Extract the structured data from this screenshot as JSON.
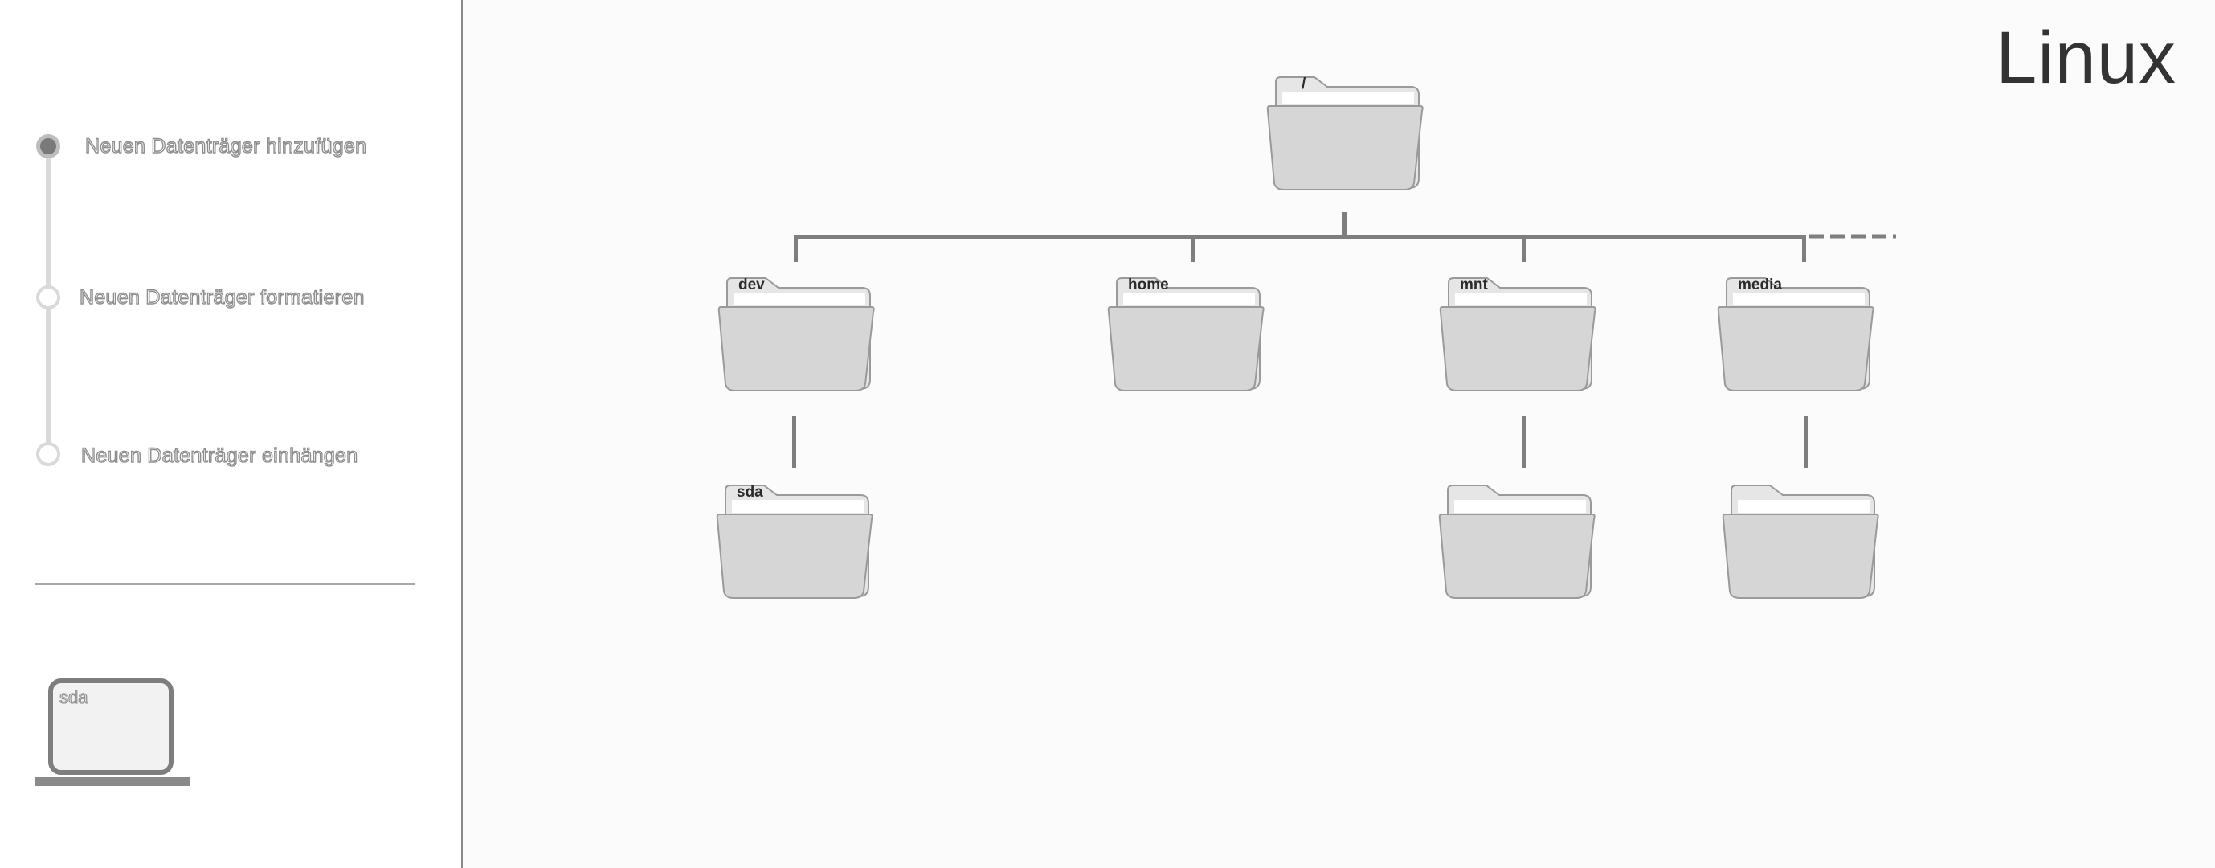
{
  "steps": [
    {
      "label": "Neuen Datenträger hinzufügen",
      "state": "active"
    },
    {
      "label": "Neuen Datenträger formatieren",
      "state": "inactive"
    },
    {
      "label": "Neuen Datenträger einhängen",
      "state": "inactive"
    }
  ],
  "disk": {
    "label": "sda"
  },
  "title": "Linux",
  "tree": {
    "root": {
      "label": "/"
    },
    "children": [
      {
        "label": "dev",
        "child": {
          "label": "sda"
        }
      },
      {
        "label": "home",
        "child": null
      },
      {
        "label": "mnt",
        "child": {
          "label": ""
        }
      },
      {
        "label": "media",
        "child": {
          "label": ""
        }
      }
    ],
    "more_indicator": "dashed"
  },
  "colors": {
    "folder_fill": "#d6d6d6",
    "folder_back": "#e6e6e6",
    "folder_stroke": "#9a9a9a",
    "connector": "#7e7e7e",
    "active_step": "#7a7a7a"
  }
}
